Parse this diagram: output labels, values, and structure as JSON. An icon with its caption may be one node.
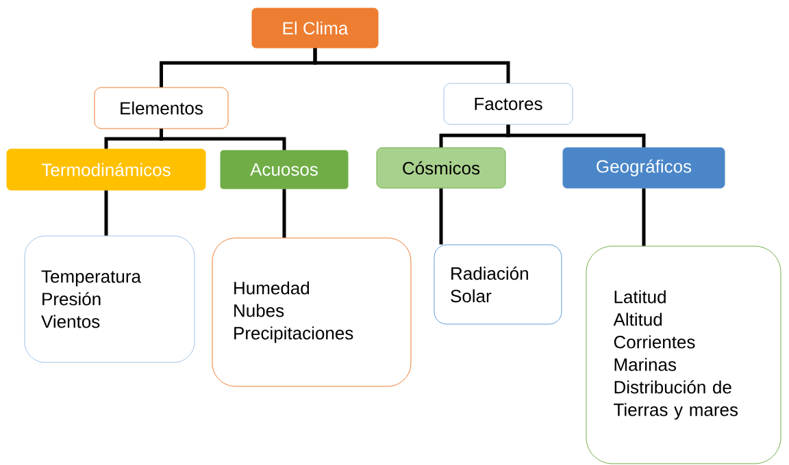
{
  "diagram": {
    "nodes": [
      {
        "text": [
          "El Clima"
        ]
      },
      {
        "text": [
          "Elementos"
        ]
      },
      {
        "text": [
          "Factores"
        ]
      },
      {
        "text": [
          "Termodinámicos"
        ]
      },
      {
        "text": [
          "Acuosos"
        ]
      },
      {
        "text": [
          "Cósmicos"
        ]
      },
      {
        "text": [
          "Geográficos"
        ]
      },
      {
        "text": [
          "Temperatura",
          "Presión",
          "Vientos"
        ]
      },
      {
        "text": [
          "Humedad",
          "Nubes",
          "Precipitaciones"
        ]
      },
      {
        "text": [
          "Radiación Solar"
        ]
      },
      {
        "text": [
          "Latitud",
          "Altitud",
          "Corrientes Marinas",
          "Distribución de Tierras y mares"
        ]
      }
    ],
    "edges": [
      {
        "from": 0,
        "to": 1,
        "arrow": "none"
      },
      {
        "from": 0,
        "to": 2,
        "arrow": "none"
      },
      {
        "from": 1,
        "to": 3,
        "arrow": "none"
      },
      {
        "from": 1,
        "to": 4,
        "arrow": "none"
      },
      {
        "from": 2,
        "to": 5,
        "arrow": "none"
      },
      {
        "from": 2,
        "to": 6,
        "arrow": "none"
      },
      {
        "from": 3,
        "to": 7,
        "arrow": "none"
      },
      {
        "from": 4,
        "to": 8,
        "arrow": "none"
      },
      {
        "from": 5,
        "to": 9,
        "arrow": "none"
      },
      {
        "from": 6,
        "to": 10,
        "arrow": "none"
      }
    ]
  }
}
